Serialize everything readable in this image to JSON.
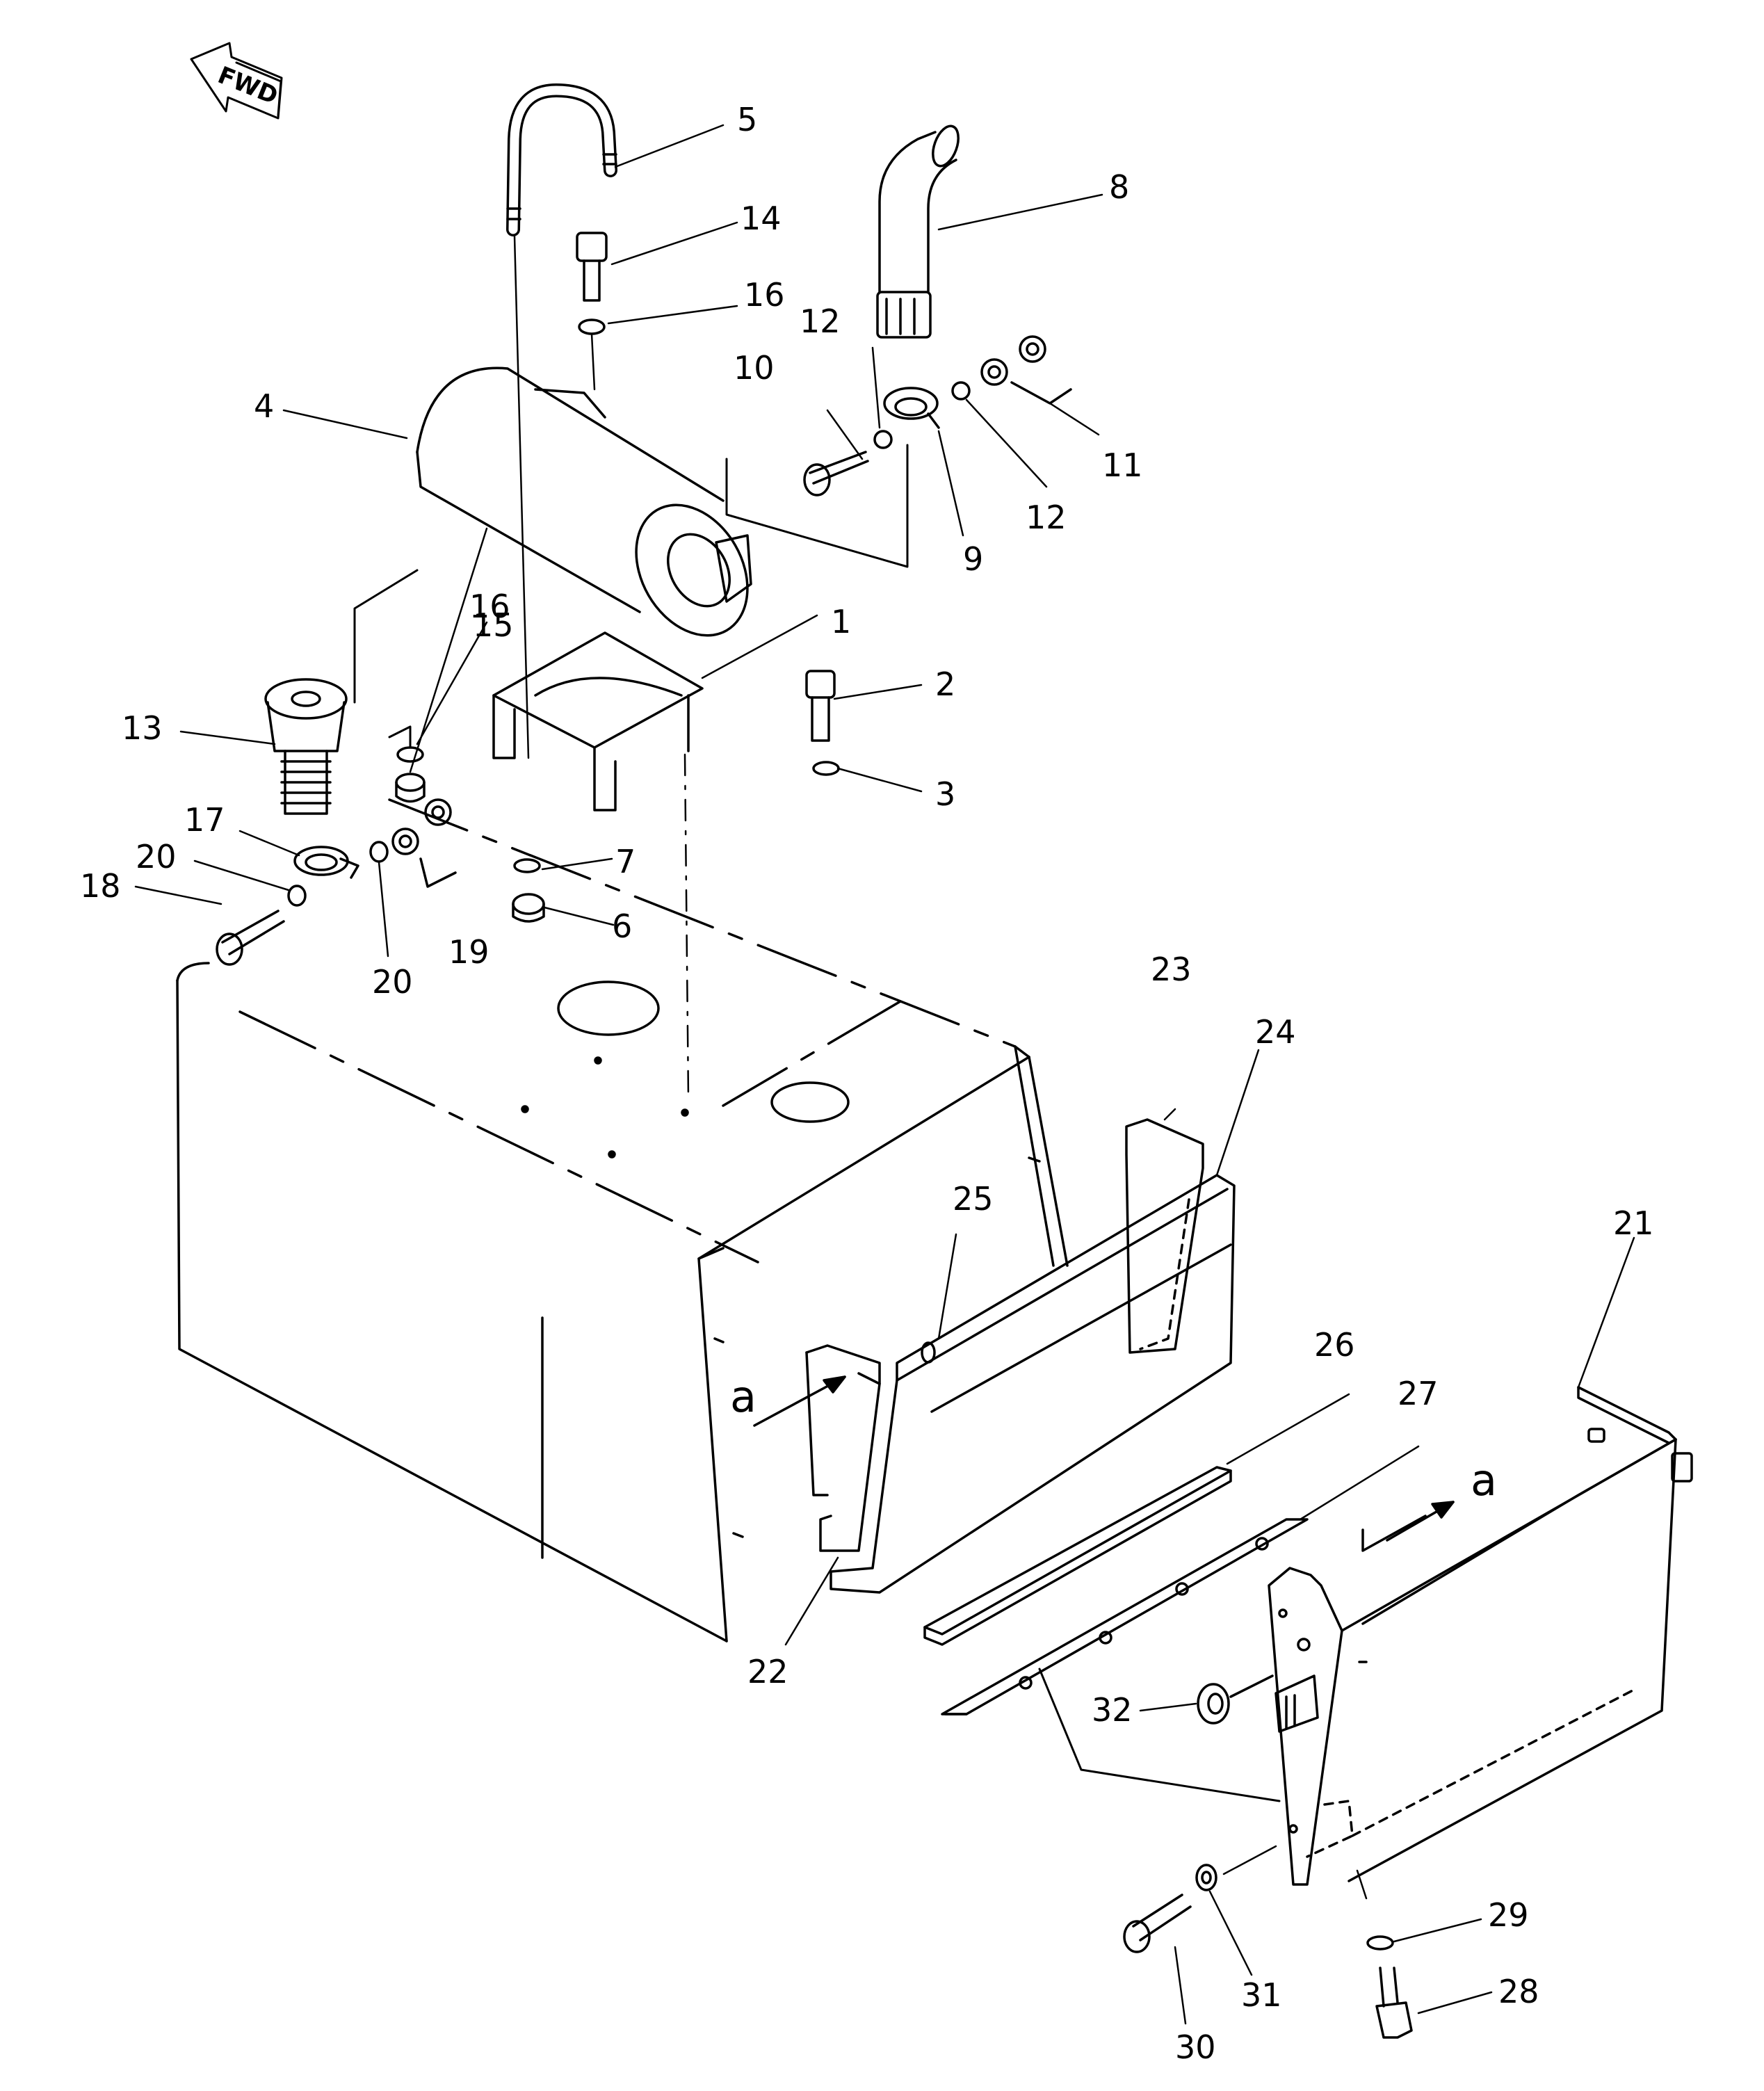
{
  "fwd_label": "FWD",
  "view_marker": "a",
  "part_numbers": [
    "1",
    "2",
    "3",
    "4",
    "5",
    "6",
    "7",
    "8",
    "9",
    "10",
    "11",
    "12",
    "13",
    "14",
    "15",
    "16",
    "17",
    "18",
    "19",
    "20",
    "21",
    "22",
    "23",
    "24",
    "25",
    "26",
    "27",
    "28",
    "29",
    "30",
    "31",
    "32"
  ]
}
